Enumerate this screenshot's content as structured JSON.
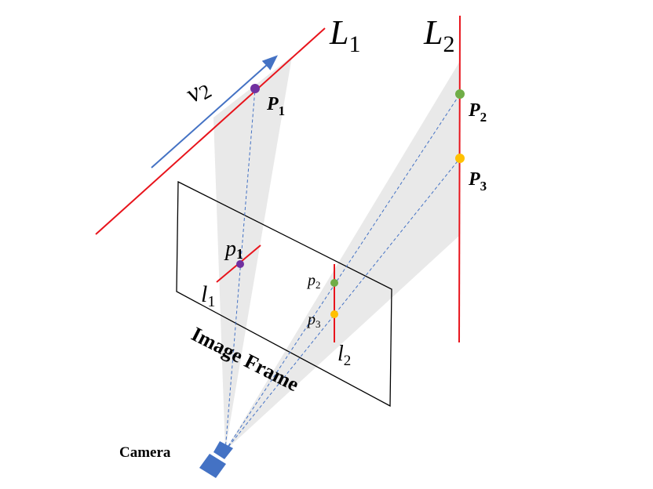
{
  "labels": {
    "L1": {
      "main": "L",
      "sub": "1"
    },
    "L2": {
      "main": "L",
      "sub": "2"
    },
    "P1": {
      "main": "P",
      "sub": "1"
    },
    "P2": {
      "main": "P",
      "sub": "2"
    },
    "P3": {
      "main": "P",
      "sub": "3"
    },
    "p1": {
      "main": "p",
      "sub": "1"
    },
    "p2": {
      "main": "p",
      "sub": "2"
    },
    "p3": {
      "main": "p",
      "sub": "3"
    },
    "l1": {
      "main": "l",
      "sub": "1"
    },
    "l2": {
      "main": "l",
      "sub": "2"
    },
    "v2": {
      "main": "v",
      "sub": "2"
    },
    "image_frame": "Image Frame",
    "camera": "Camera"
  },
  "colors": {
    "line": "#e8141c",
    "arrow": "#4472c4",
    "ray": "#4472c4",
    "cone": "#e9e9e9",
    "P1": "#7030a0",
    "P2": "#70ad47",
    "P3": "#ffc000",
    "camera": "#4472c4",
    "frame": "#000000"
  },
  "icons": {
    "camera": "camera-icon"
  }
}
